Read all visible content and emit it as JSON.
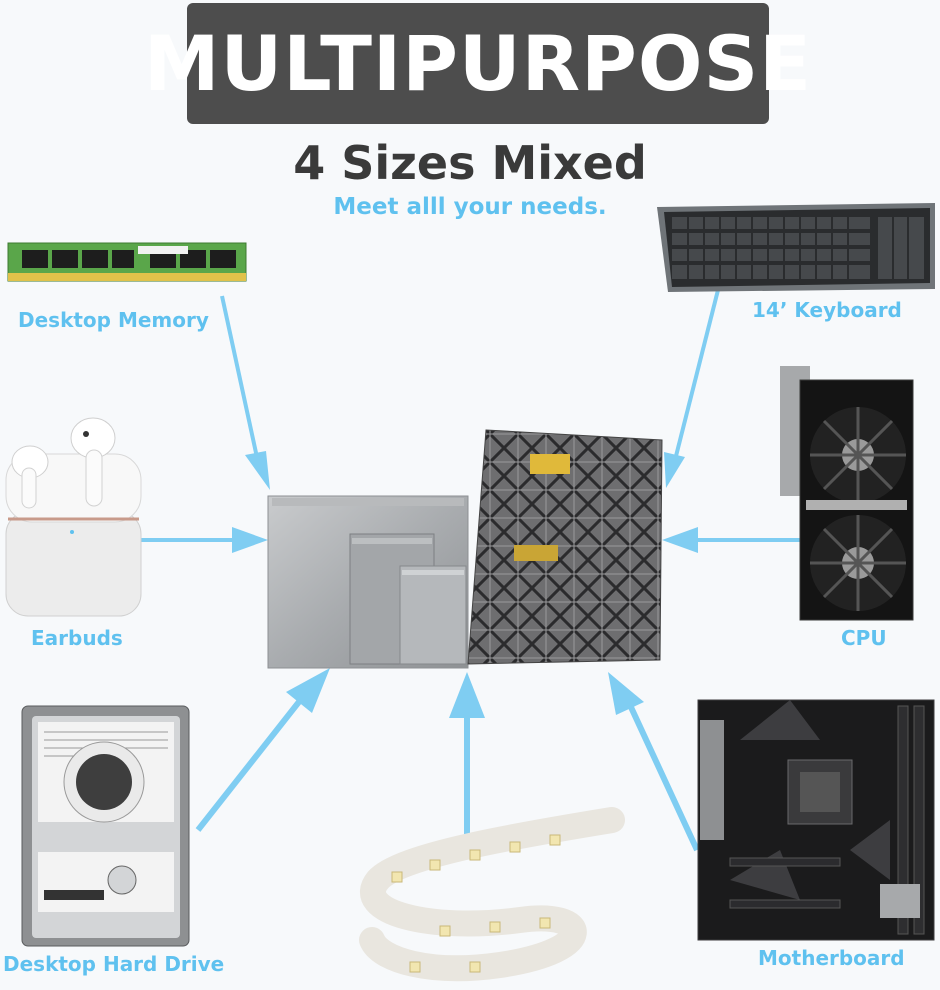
{
  "header": {
    "title": "MULTIPURPOSE",
    "subtitle": "4 Sizes Mixed",
    "tagline": "Meet alll your needs."
  },
  "items": {
    "desktop_memory": "Desktop Memory",
    "keyboard": "14’ Keyboard",
    "earbuds": "Earbuds",
    "cpu": "CPU",
    "hard_drive": "Desktop Hard Drive",
    "motherboard": "Motherboard"
  },
  "colors": {
    "accent": "#5fc1ef",
    "banner": "#4d4d4d",
    "subtitle": "#3a3a3a"
  }
}
